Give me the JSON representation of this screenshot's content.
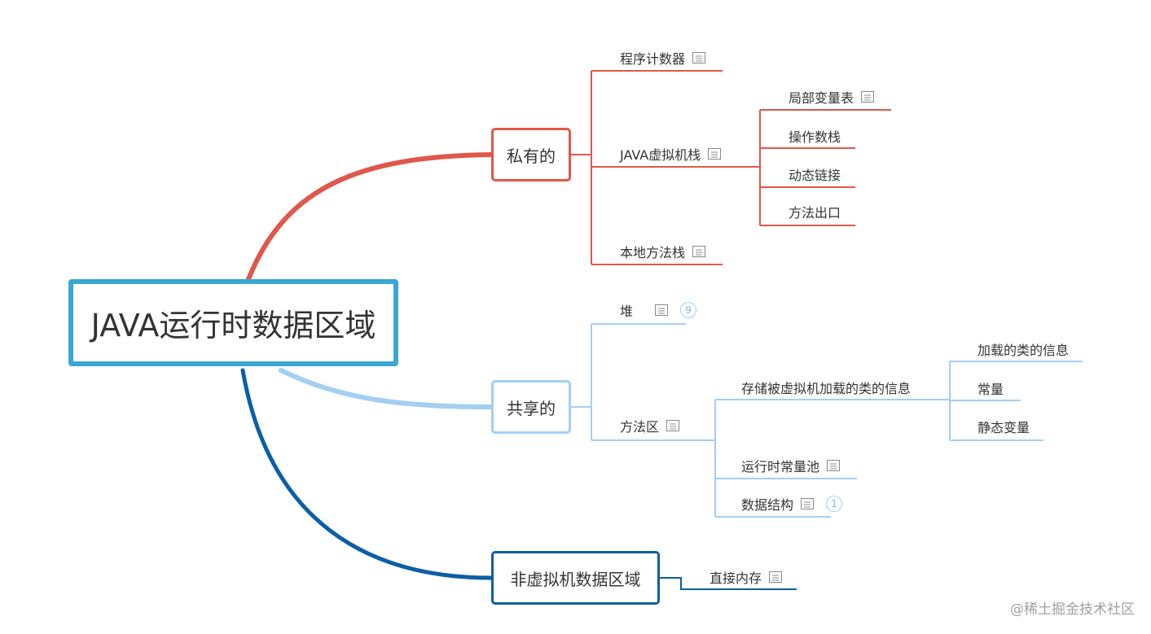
{
  "root": {
    "label": "JAVA运行时数据区域"
  },
  "private": {
    "label": "私有的",
    "pc_counter": "程序计数器",
    "jvm_stack": "JAVA虚拟机栈",
    "jvm_stack_children": [
      "局部变量表",
      "操作数栈",
      "动态链接",
      "方法出口"
    ],
    "native_stack": "本地方法栈"
  },
  "shared": {
    "label": "共享的",
    "heap": "堆",
    "heap_count": "9",
    "method_area": "方法区",
    "method_area_children": {
      "class_info": "存储被虚拟机加载的类的信息",
      "class_info_children": [
        "加载的类的信息",
        "常量",
        "静态变量"
      ],
      "runtime_pool": "运行时常量池",
      "data_structure": "数据结构",
      "data_structure_count": "1"
    }
  },
  "native_area": {
    "label": "非虚拟机数据区域",
    "direct_memory": "直接内存"
  },
  "watermark": "@稀土掘金技术社区",
  "colors": {
    "root": "#3AA7D3",
    "private": "#E0574B",
    "shared": "#A3CFF2",
    "native": "#0B5FA5"
  },
  "icons": {
    "note": "note-icon",
    "count": "count-badge"
  }
}
